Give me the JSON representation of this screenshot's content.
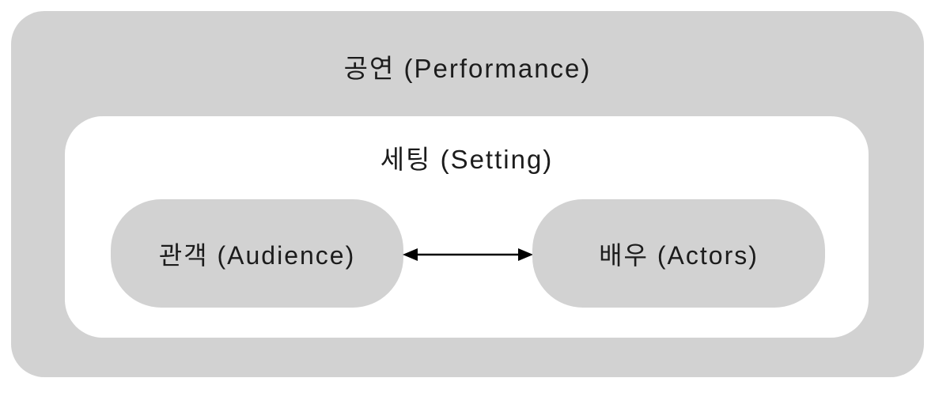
{
  "diagram": {
    "performance": {
      "label": "공연 (Performance)"
    },
    "setting": {
      "label": "세팅 (Setting)"
    },
    "audience": {
      "label": "관객 (Audience)"
    },
    "actors": {
      "label": "배우 (Actors)"
    },
    "relation": {
      "type": "double-headed-arrow",
      "between": [
        "관객 (Audience)",
        "배우 (Actors)"
      ]
    },
    "colors": {
      "box_gray": "#d2d2d2",
      "box_white": "#ffffff",
      "text": "#1c1c1c",
      "arrow": "#000000"
    }
  }
}
